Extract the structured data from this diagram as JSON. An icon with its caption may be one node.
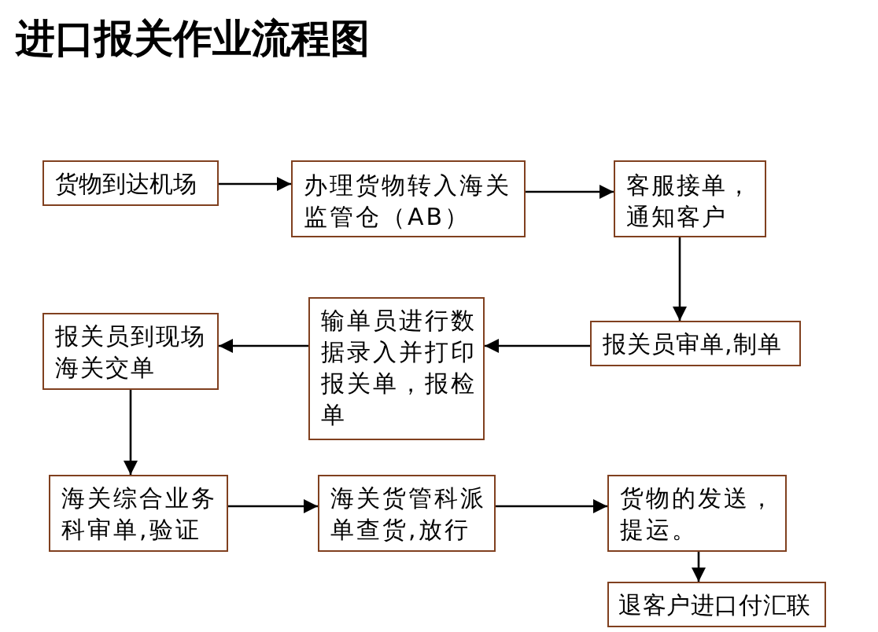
{
  "diagram": {
    "title": "进口报关作业流程图",
    "nodes": [
      {
        "text": [
          "货物到达机场"
        ]
      },
      {
        "text": [
          "办理货物转入海关监管仓（AB）"
        ]
      },
      {
        "text": [
          "客服接单，通知客户"
        ]
      },
      {
        "text": [
          "报关员审单,制单"
        ]
      },
      {
        "text": [
          "输单员进行数据录入并打印报关单，报检单"
        ]
      },
      {
        "text": [
          "报关员到现场海关交单"
        ]
      },
      {
        "text": [
          "海关综合业务科审单,验证"
        ]
      },
      {
        "text": [
          "海关货管科派单查货,放行"
        ]
      },
      {
        "text": [
          "货物的发送，提运。"
        ]
      },
      {
        "text": [
          "退客户进口付汇联"
        ]
      }
    ],
    "edges": [
      {
        "from": 0,
        "to": 1,
        "arrow": "to"
      },
      {
        "from": 1,
        "to": 2,
        "arrow": "to"
      },
      {
        "from": 2,
        "to": 3,
        "arrow": "to"
      },
      {
        "from": 3,
        "to": 4,
        "arrow": "to"
      },
      {
        "from": 4,
        "to": 5,
        "arrow": "to"
      },
      {
        "from": 5,
        "to": 6,
        "arrow": "to"
      },
      {
        "from": 6,
        "to": 7,
        "arrow": "to"
      },
      {
        "from": 7,
        "to": 8,
        "arrow": "to"
      },
      {
        "from": 8,
        "to": 9,
        "arrow": "to"
      }
    ]
  }
}
